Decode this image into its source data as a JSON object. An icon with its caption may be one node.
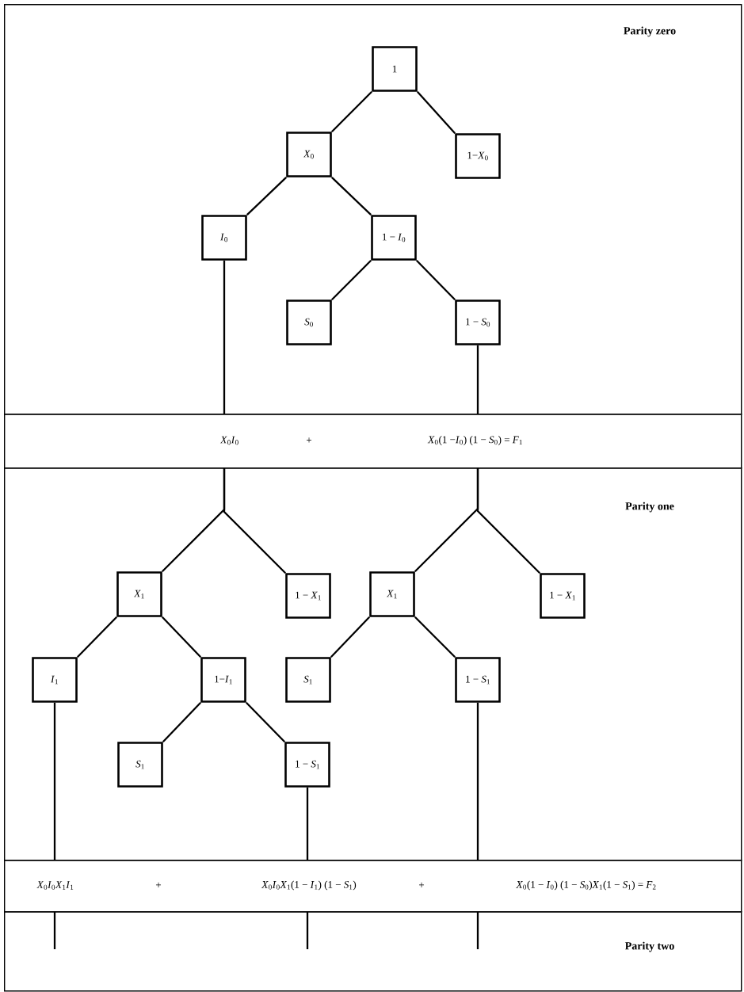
{
  "diagram": {
    "nodes": [
      {
        "text": [
          "Parity zero"
        ]
      },
      {
        "text": [
          "1"
        ],
        "in": 0
      },
      {
        "text": [
          "*X*$_{0}$"
        ],
        "in": 0
      },
      {
        "text": [
          "1−*X*$_{0}$"
        ],
        "in": 0
      },
      {
        "text": [
          "*I*$_{0}$"
        ],
        "in": 0
      },
      {
        "text": [
          "1 − *I*$_{0}$"
        ],
        "in": 0
      },
      {
        "text": [
          "*S*$_{0}$"
        ],
        "in": 0
      },
      {
        "text": [
          "1 − *S*$_{0}$"
        ],
        "in": 0
      },
      {
        "text": [
          "*X*$_{0}$*I*$_{0}$",
          "+",
          "*X*$_{0}$(1 −*I*$_{0}$) (1 − *S*$_{0}$) = *F*$_{1}$"
        ]
      },
      {
        "text": [
          "Parity one"
        ]
      },
      {
        "text": [
          "*X*$_{1}$"
        ],
        "in": 9
      },
      {
        "text": [
          "1 − *X*$_{1}$"
        ],
        "in": 9
      },
      {
        "text": [
          "*X*$_{1}$"
        ],
        "in": 9
      },
      {
        "text": [
          "1 − *X*$_{1}$"
        ],
        "in": 9
      },
      {
        "text": [
          "*I*$_{1}$"
        ],
        "in": 9
      },
      {
        "text": [
          "1−*I*$_{1}$"
        ],
        "in": 9
      },
      {
        "text": [
          "*S*$_{1}$"
        ],
        "in": 9
      },
      {
        "text": [
          "1 − *S*$_{1}$"
        ],
        "in": 9
      },
      {
        "text": [
          "*S*$_{1}$"
        ],
        "in": 9
      },
      {
        "text": [
          "1 − *S*$_{1}$"
        ],
        "in": 9
      },
      {
        "text": [
          "*X*$_{0}$*I*$_{0}$*X*$_{1}$*I*$_{1}$",
          "+",
          "*X*$_{0}$*I*$_{0}$*X*$_{1}$(1 − *I*$_{1}$) (1 − *S*$_{1}$)",
          "+",
          "*X*$_{0}$(1 − *I*$_{0}$) (1 − *S*$_{0}$)*X*$_{1}$(1 − *S*$_{1}$) = *F*$_{2}$"
        ]
      },
      {
        "text": [
          "Parity two"
        ]
      }
    ],
    "edges": [
      {
        "from": 1,
        "to": 2,
        "arrow": "none"
      },
      {
        "from": 1,
        "to": 3,
        "arrow": "none"
      },
      {
        "from": 2,
        "to": 4,
        "arrow": "none"
      },
      {
        "from": 2,
        "to": 5,
        "arrow": "none"
      },
      {
        "from": 5,
        "to": 6,
        "arrow": "none"
      },
      {
        "from": 5,
        "to": 7,
        "arrow": "none"
      },
      {
        "from": 4,
        "to": 8,
        "arrow": "none"
      },
      {
        "from": 7,
        "to": 8,
        "arrow": "none"
      },
      {
        "from": 8,
        "to": 10,
        "arrow": "none"
      },
      {
        "from": 8,
        "to": 11,
        "arrow": "none"
      },
      {
        "from": 8,
        "to": 12,
        "arrow": "none"
      },
      {
        "from": 8,
        "to": 13,
        "arrow": "none"
      },
      {
        "from": 10,
        "to": 14,
        "arrow": "none"
      },
      {
        "from": 10,
        "to": 15,
        "arrow": "none"
      },
      {
        "from": 15,
        "to": 18,
        "arrow": "none"
      },
      {
        "from": 15,
        "to": 19,
        "arrow": "none"
      },
      {
        "from": 12,
        "to": 16,
        "arrow": "none"
      },
      {
        "from": 12,
        "to": 17,
        "arrow": "none"
      },
      {
        "from": 14,
        "to": 20,
        "arrow": "none"
      },
      {
        "from": 19,
        "to": 20,
        "arrow": "none"
      },
      {
        "from": 17,
        "to": 20,
        "arrow": "none"
      },
      {
        "from": 20,
        "to": 21,
        "arrow": "none"
      },
      {
        "from": 20,
        "to": 21,
        "arrow": "none"
      },
      {
        "from": 20,
        "to": 21,
        "arrow": "none"
      }
    ]
  }
}
